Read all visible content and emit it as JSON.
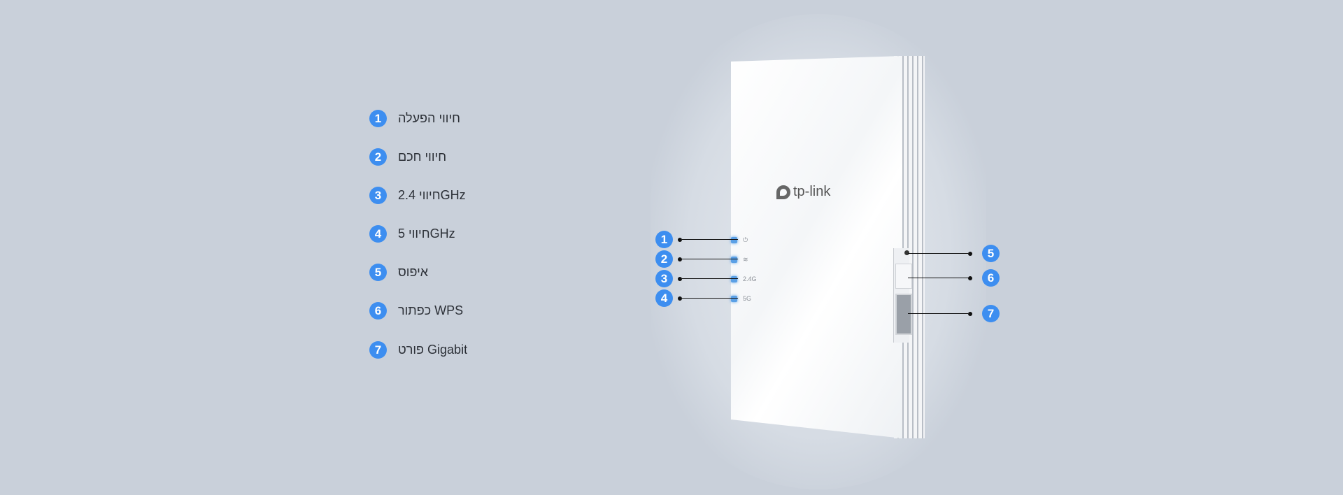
{
  "legend": [
    {
      "num": "1",
      "label": "חיווי הפעלה"
    },
    {
      "num": "2",
      "label": "חיווי חכם"
    },
    {
      "num": "3",
      "label": "חיווי 2.4GHz"
    },
    {
      "num": "4",
      "label": "חיווי 5GHz"
    },
    {
      "num": "5",
      "label": "איפוס"
    },
    {
      "num": "6",
      "label": "כפתור WPS"
    },
    {
      "num": "7",
      "label": "פורט Gigabit"
    }
  ],
  "device": {
    "brand": "tp-link",
    "led_labels": [
      "⏻",
      "≋",
      "2.4G",
      "5G"
    ]
  },
  "colors": {
    "accent": "#3d8ef0",
    "background": "#c9d0da"
  }
}
